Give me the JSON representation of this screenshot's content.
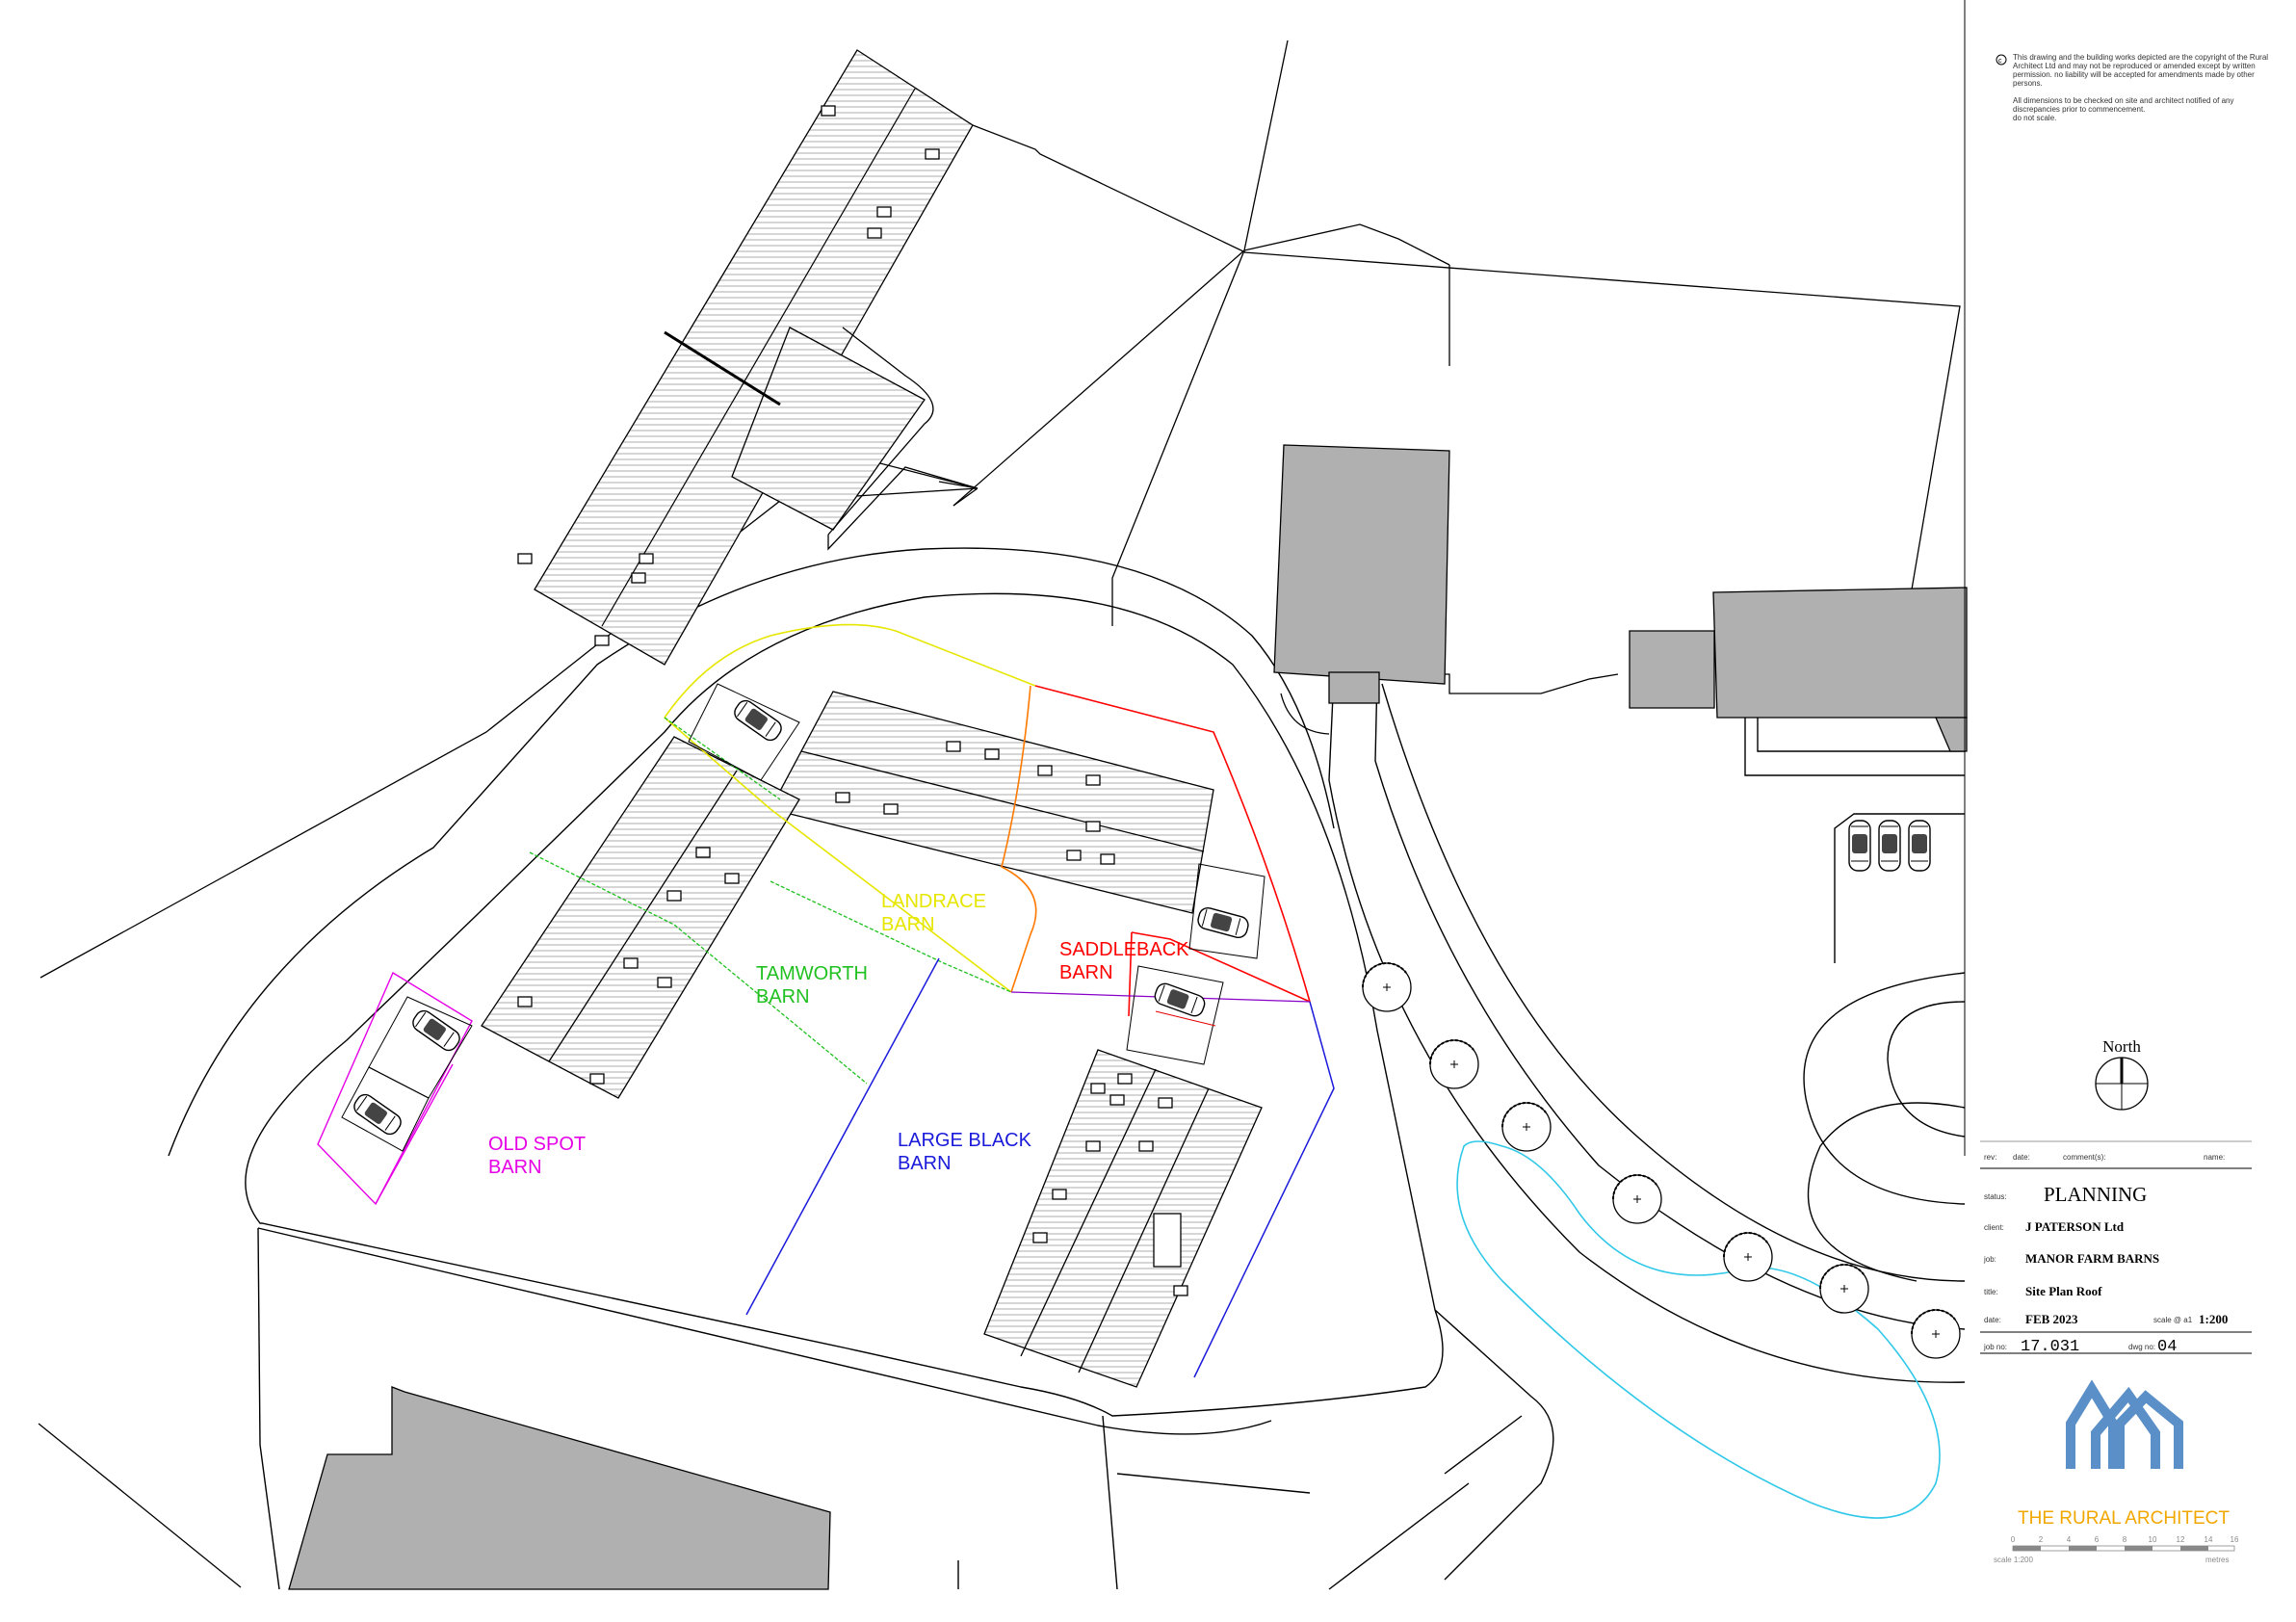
{
  "copyright_notice": [
    "This drawing and the building works depicted are the copyright of the Rural",
    "Architect Ltd and may not be reproduced or amended except by written",
    "permission. no liability will be accepted for amendments made by other",
    "persons.",
    "",
    "All dimensions to be checked on site and architect notified of any",
    "discrepancies prior to commencement.",
    "do not scale."
  ],
  "barns": [
    {
      "line1": "LANDRACE",
      "line2": "BARN",
      "color": "#e6e600"
    },
    {
      "line1": "SADDLEBACK",
      "line2": "BARN",
      "color": "#ff0000"
    },
    {
      "line1": "TAMWORTH",
      "line2": "BARN",
      "color": "#1fc01f"
    },
    {
      "line1": "OLD SPOT",
      "line2": "BARN",
      "color": "#e600e6"
    },
    {
      "line1": "LARGE BLACK",
      "line2": "BARN",
      "color": "#1a1adb"
    }
  ],
  "north_label": "North",
  "title_block": {
    "rev_header": {
      "rev": "rev:",
      "date": "date:",
      "comments": "comment(s):",
      "name": "name:"
    },
    "status_label": "status:",
    "status": "PLANNING",
    "client_label": "client:",
    "client": "J PATERSON Ltd",
    "job_label": "job:",
    "job": "MANOR FARM BARNS",
    "title_label": "title:",
    "title": "Site Plan Roof",
    "date_label": "date:",
    "date": "FEB 2023",
    "scale_label": "scale @ a1",
    "scale": "1:200",
    "job_no_label": "job no:",
    "job_no": "17.031",
    "dwg_no_label": "dwg no:",
    "dwg_no": "04"
  },
  "logo": {
    "name": "THE RURAL ARCHITECT",
    "color": "#f2a700",
    "icon_color": "#5b8fc7"
  },
  "scale_bar": {
    "ticks": [
      "0",
      "2",
      "4",
      "6",
      "8",
      "10",
      "12",
      "14",
      "16"
    ],
    "left_caption": "scale 1:200",
    "right_caption": "metres"
  }
}
